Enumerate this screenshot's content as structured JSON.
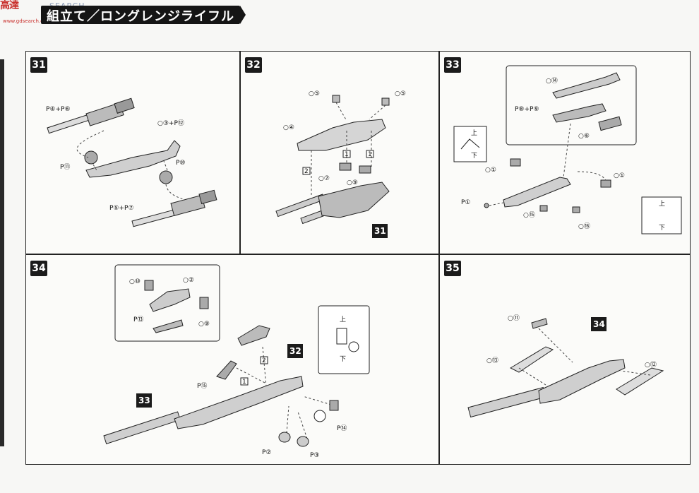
{
  "header": {
    "title": "組立て／ロングレンジライフル",
    "watermark_logo": "高達",
    "watermark_text": "SEARCH",
    "watermark_url": "www.gdsearch.com"
  },
  "steps": [
    {
      "number": "31",
      "labels": {
        "p4p6": "P④+P⑥",
        "c3p12": "○③+P⑫",
        "p11": "P⑪",
        "p10": "P⑩",
        "p5p7": "P⑤+P⑦"
      }
    },
    {
      "number": "32",
      "labels": {
        "c5a": "○⑤",
        "c5b": "○⑤",
        "c4": "○④",
        "n1a": "1",
        "n1b": "1",
        "n2": "2",
        "c7": "○⑦",
        "c9": "○⑨",
        "ref31": "31"
      }
    },
    {
      "number": "33",
      "labels": {
        "c14": "○⑭",
        "p8p9": "P⑧+P⑨",
        "c6": "○⑥",
        "c1a": "○①",
        "c1b": "○①",
        "p1": "P①",
        "c15": "○⑮",
        "c16": "○⑯",
        "up": "上",
        "down": "下",
        "up2": "上",
        "down2": "下"
      }
    },
    {
      "number": "34",
      "labels": {
        "c10": "○⑩",
        "c2": "○②",
        "p13": "P⑬",
        "c9": "○⑨",
        "p15": "P⑮",
        "ref32": "32",
        "ref33": "33",
        "n1": "1",
        "n2": "2",
        "p2": "P②",
        "p3": "P③",
        "p14": "P⑭",
        "up": "上",
        "down": "下"
      }
    },
    {
      "number": "35",
      "labels": {
        "c11": "○⑪",
        "ref34": "34",
        "c13": "○⑬",
        "c12": "○⑫"
      }
    }
  ]
}
